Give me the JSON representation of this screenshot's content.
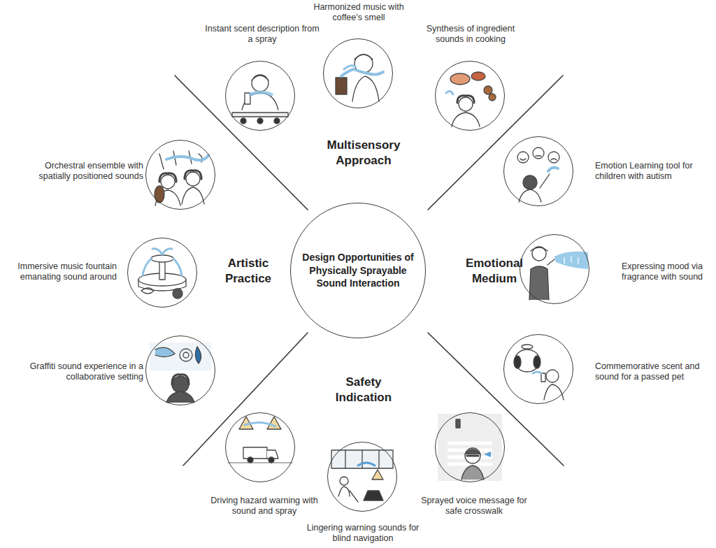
{
  "diagram": {
    "nodes": [
      {
        "text": [
          "Design Opportunities of Physically Sprayable Sound Interaction"
        ]
      },
      {
        "text": [
          "Instant scent description from a spray"
        ]
      },
      {
        "text": [
          "Harmonized music with coffee's smell"
        ]
      },
      {
        "text": [
          "Synthesis of ingredient sounds in cooking"
        ]
      },
      {
        "text": [
          "Orchestral ensemble with spatially positioned sounds"
        ]
      },
      {
        "text": [
          "Emotion Learning tool for children with autism"
        ]
      },
      {
        "text": [
          "Immersive music fountain emanating sound around"
        ]
      },
      {
        "text": [
          "Expressing mood via fragrance with sound"
        ]
      },
      {
        "text": [
          "Graffiti sound experience in a collaborative setting"
        ]
      },
      {
        "text": [
          "Commemorative scent and sound for a passed pet"
        ]
      },
      {
        "text": [
          "Driving hazard warning with sound and spray"
        ]
      },
      {
        "text": [
          "Sprayed voice message for safe crosswalk"
        ]
      },
      {
        "text": [
          "Lingering warning sounds for blind navigation"
        ]
      }
    ],
    "labels": [
      "Multisensory Approach",
      "Artistic Practice",
      "Emotional Medium",
      "Safety Indication"
    ]
  }
}
